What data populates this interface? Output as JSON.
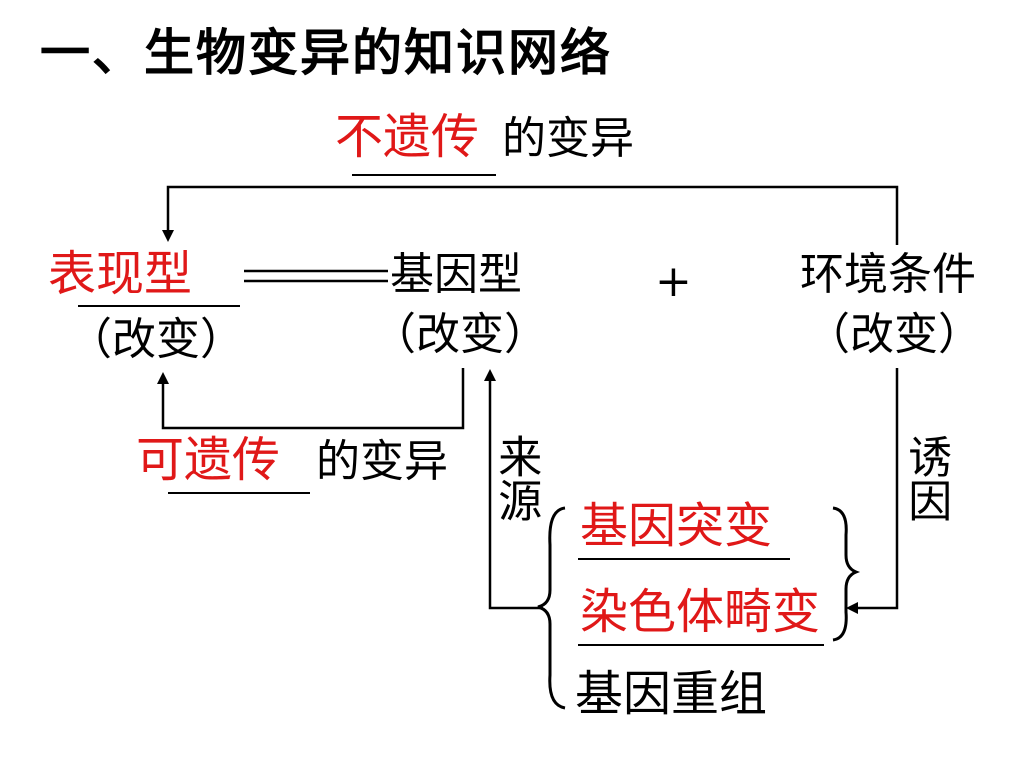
{
  "title": "一、生物变异的知识网络",
  "top_label": {
    "blank": "不遗传",
    "rest": "的变异"
  },
  "left_box": {
    "blank": "表现型",
    "sub": "（改变）"
  },
  "middle_box": {
    "name": "基因型",
    "sub": "（改变）"
  },
  "plus": "+",
  "right_box": {
    "name": "环境条件",
    "sub": "（改变）"
  },
  "heritable_label": {
    "blank": "可遗传",
    "rest": "的变异"
  },
  "source_label": "来源",
  "cause_label": "诱因",
  "sources": [
    {
      "text": "基因突变",
      "blank": true
    },
    {
      "text": "染色体畸变",
      "blank": true
    },
    {
      "text": "基因重组",
      "blank": false
    }
  ],
  "colors": {
    "answer": "#e01818",
    "text": "#000000",
    "line": "#000000"
  }
}
